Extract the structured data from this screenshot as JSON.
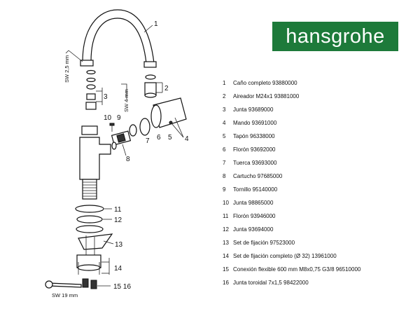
{
  "brand": {
    "logo_text": "hansgrohe",
    "color": "#1d7a3a"
  },
  "diagram": {
    "callouts": [
      "1",
      "2",
      "3",
      "4",
      "5",
      "6",
      "7",
      "8",
      "9",
      "10",
      "11",
      "12",
      "13",
      "14",
      "15 16"
    ],
    "wrench_labels": {
      "hex_a": "SW 2,5 mm",
      "hex_b": "SW 4 mm",
      "spanner": "SW 19 mm"
    }
  },
  "parts": [
    {
      "num": "1",
      "desc": "Caño completo  93880000"
    },
    {
      "num": "2",
      "desc": "Aireador M24x1  93881000"
    },
    {
      "num": "3",
      "desc": "Junta  93689000"
    },
    {
      "num": "4",
      "desc": "Mando  93691000"
    },
    {
      "num": "5",
      "desc": "Tapón  96338000"
    },
    {
      "num": "6",
      "desc": "Florón  93692000"
    },
    {
      "num": "7",
      "desc": "Tuerca  93693000"
    },
    {
      "num": "8",
      "desc": "Cartucho  97685000"
    },
    {
      "num": "9",
      "desc": "Tornillo  95140000"
    },
    {
      "num": "10",
      "desc": "Junta  98865000"
    },
    {
      "num": "11",
      "desc": "Florón  93946000"
    },
    {
      "num": "12",
      "desc": "Junta  93694000"
    },
    {
      "num": "13",
      "desc": "Set de fijación  97523000"
    },
    {
      "num": "14",
      "desc": "Set de fijación completo (Ø 32)  13961000"
    },
    {
      "num": "15",
      "desc": "Conexión flexible 600 mm M8x0,75 G3/8  96510000"
    },
    {
      "num": "16",
      "desc": "Junta toroidal 7x1,5  98422000"
    }
  ]
}
